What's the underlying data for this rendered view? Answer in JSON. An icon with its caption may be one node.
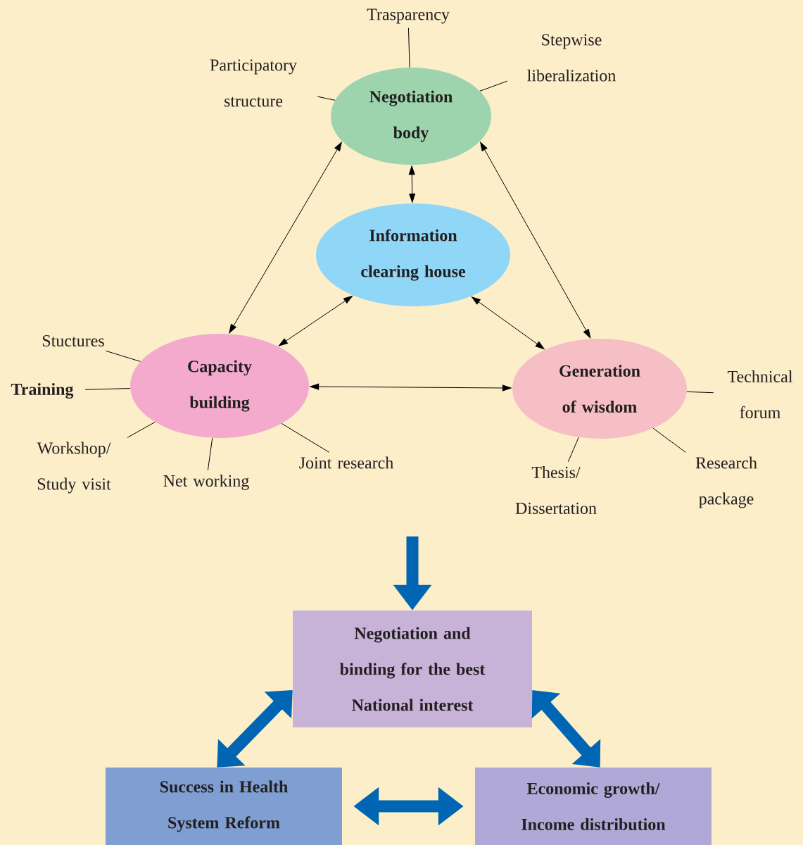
{
  "diagram": {
    "nodes": [
      {
        "text": [
          "Negotiation body"
        ]
      },
      {
        "text": [
          "Information clearing house"
        ]
      },
      {
        "text": [
          "Capacity building"
        ]
      },
      {
        "text": [
          "Generation of wisdom"
        ]
      },
      {
        "text": [
          "Negotiation and binding for the best National interest"
        ]
      },
      {
        "text": [
          "Success in Health System Reform"
        ]
      },
      {
        "text": [
          "Economic growth/ Income distribution"
        ]
      },
      {
        "text": [
          "Trasparency"
        ]
      },
      {
        "text": [
          "Participatory structure"
        ]
      },
      {
        "text": [
          "Stepwise liberalization"
        ]
      },
      {
        "text": [
          "Stuctures"
        ]
      },
      {
        "text": [
          "Training"
        ]
      },
      {
        "text": [
          "Workshop/ Study visit"
        ]
      },
      {
        "text": [
          "Net working"
        ]
      },
      {
        "text": [
          "Joint research"
        ]
      },
      {
        "text": [
          "Technical forum"
        ]
      },
      {
        "text": [
          "Thesis/ Dissertation"
        ]
      },
      {
        "text": [
          "Research package"
        ]
      }
    ],
    "edges": [
      {
        "from": 0,
        "to": 1,
        "arrow": "both"
      },
      {
        "from": 0,
        "to": 2,
        "arrow": "both"
      },
      {
        "from": 0,
        "to": 3,
        "arrow": "both"
      },
      {
        "from": 1,
        "to": 2,
        "arrow": "both"
      },
      {
        "from": 1,
        "to": 3,
        "arrow": "both"
      },
      {
        "from": 2,
        "to": 3,
        "arrow": "both"
      },
      {
        "from": null,
        "to": 4,
        "arrow": "to",
        "style": "thick",
        "color": "#0066b3"
      },
      {
        "from": 4,
        "to": 5,
        "arrow": "both",
        "style": "thick",
        "color": "#0066b3"
      },
      {
        "from": 4,
        "to": 6,
        "arrow": "both",
        "style": "thick",
        "color": "#0066b3"
      },
      {
        "from": 5,
        "to": 6,
        "arrow": "both",
        "style": "thick",
        "color": "#0066b3"
      },
      {
        "from": 7,
        "to": 0,
        "arrow": "none"
      },
      {
        "from": 8,
        "to": 0,
        "arrow": "none"
      },
      {
        "from": 9,
        "to": 0,
        "arrow": "none"
      },
      {
        "from": 10,
        "to": 2,
        "arrow": "none"
      },
      {
        "from": 11,
        "to": 2,
        "arrow": "none"
      },
      {
        "from": 12,
        "to": 2,
        "arrow": "none"
      },
      {
        "from": 13,
        "to": 2,
        "arrow": "none"
      },
      {
        "from": 14,
        "to": 2,
        "arrow": "none"
      },
      {
        "from": 15,
        "to": 3,
        "arrow": "none"
      },
      {
        "from": 16,
        "to": 3,
        "arrow": "none"
      },
      {
        "from": 17,
        "to": 3,
        "arrow": "none"
      }
    ]
  }
}
